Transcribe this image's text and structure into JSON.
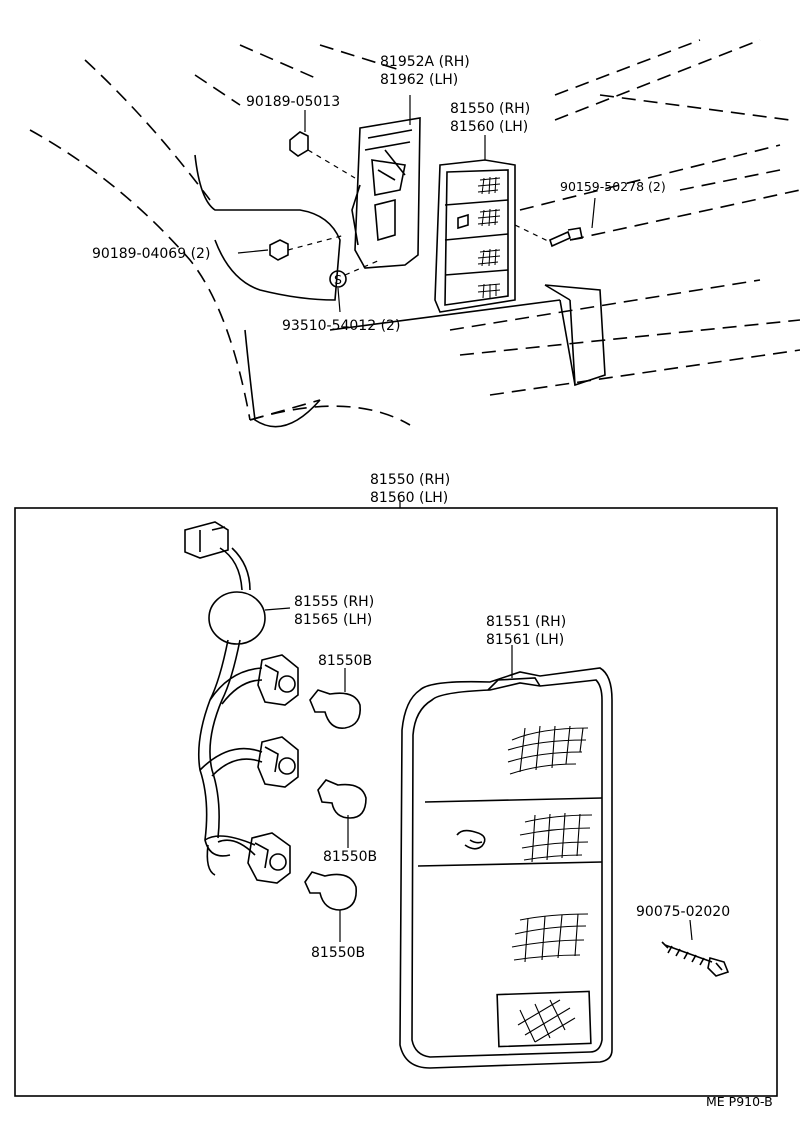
{
  "labels": {
    "p81952": "81952A (RH)",
    "p81962": "81962   (LH)",
    "p90189_05013": "90189-05013",
    "p81550_rh_top": "81550 (RH)",
    "p81560_lh_top": "81560 (LH)",
    "p90159": "90159-50278 (2)",
    "p90189_04069": "90189-04069 (2)",
    "p93510": "93510-54012 (2)",
    "p81550_rh_box": "81550 (RH)",
    "p81560_lh_box": "81560 (LH)",
    "p81555": "81555 (RH)",
    "p81565": "81565 (LH)",
    "p81551": "81551 (RH)",
    "p81561": "81561 (LH)",
    "bulb1": "81550B",
    "bulb2": "81550B",
    "bulb3": "81550B",
    "p90075": "90075-02020",
    "footer": "ME P910-B",
    "s_mark": "S"
  }
}
